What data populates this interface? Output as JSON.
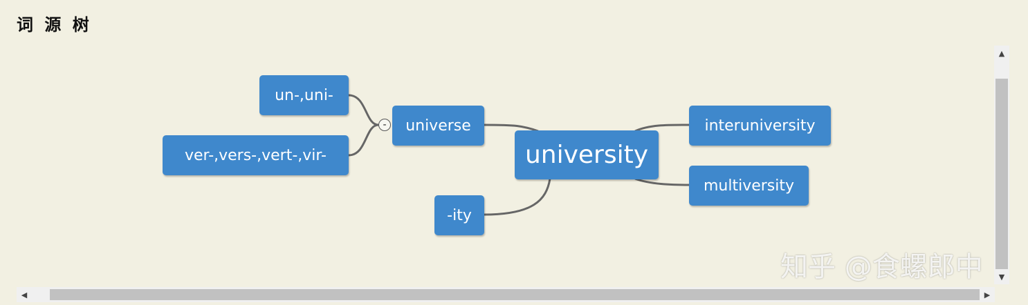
{
  "title": "词 源 树",
  "tree": {
    "root": "university",
    "nodes": {
      "universe": "universe",
      "un_uni": "un-,uni-",
      "ver_vers": "ver-,vers-,vert-,vir-",
      "ity": "-ity",
      "interuniversity": "interuniversity",
      "multiversity": "multiversity"
    },
    "collapse_symbol": "-"
  },
  "watermark": "知乎 @食螺郎中",
  "scrollbars": {
    "up_arrow": "▲",
    "down_arrow": "▼",
    "left_arrow": "◀",
    "right_arrow": "▶"
  },
  "colors": {
    "node_fill": "#3f88cc",
    "node_text": "#ffffff",
    "edge": "#666666",
    "background": "#f2f0e2"
  }
}
